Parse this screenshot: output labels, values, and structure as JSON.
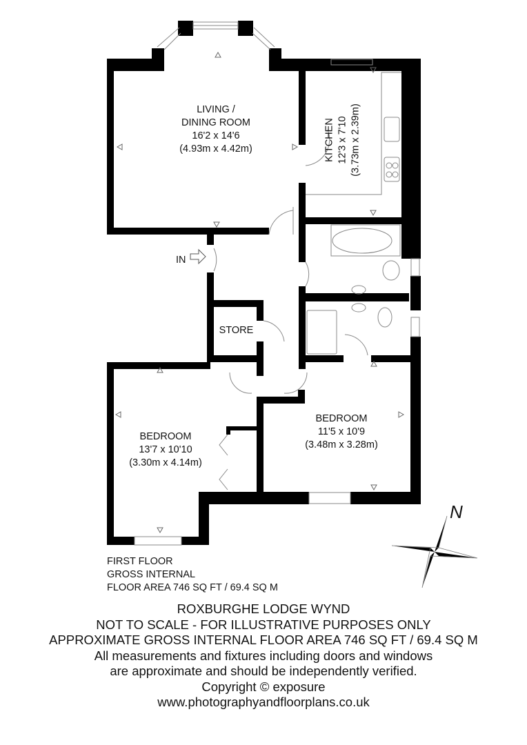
{
  "plan": {
    "rooms": [
      {
        "id": "living",
        "name_line1": "LIVING /",
        "name_line2": "DINING ROOM",
        "imperial": "16'2 x 14'6",
        "metric": "(4.93m x 4.42m)"
      },
      {
        "id": "kitchen",
        "name": "KITCHEN",
        "imperial": "12'3 x 7'10",
        "metric": "(3.73m x 2.39m)"
      },
      {
        "id": "bedroom1",
        "name": "BEDROOM",
        "imperial": "13'7 x 10'10",
        "metric": "(3.30m x 4.14m)"
      },
      {
        "id": "bedroom2",
        "name": "BEDROOM",
        "imperial": "11'5 x 10'9",
        "metric": "(3.48m x 3.28m)"
      },
      {
        "id": "store",
        "name": "STORE"
      }
    ],
    "entrance_label": "IN",
    "compass_label": "N",
    "floor_note": {
      "line1": "FIRST FLOOR",
      "line2": "GROSS INTERNAL",
      "line3": "FLOOR AREA 746 SQ FT / 69.4 SQ M"
    }
  },
  "footer": {
    "property": "ROXBURGHE LODGE WYND",
    "scale_note": "NOT TO SCALE - FOR ILLUSTRATIVE PURPOSES ONLY",
    "area": "APPROXIMATE GROSS INTERNAL FLOOR AREA 746 SQ FT / 69.4 SQ M",
    "disclaimer1": "All measurements and fixtures including doors and windows",
    "disclaimer2": "are approximate and should be independently verified.",
    "copyright": "Copyright © exposure",
    "website": "www.photographyandfloorplans.co.uk"
  },
  "colors": {
    "wall": "#000000",
    "fixture": "#888888",
    "background": "#ffffff"
  }
}
